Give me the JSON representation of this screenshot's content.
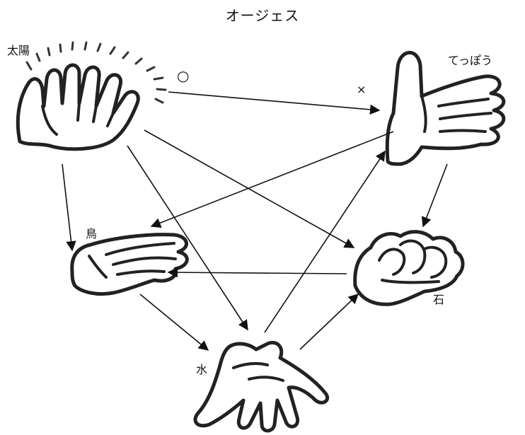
{
  "title": "オージェス",
  "nodes": {
    "sun": "太陽",
    "gun": "てっぽう",
    "bird": "鳥",
    "stone": "石",
    "water": "水"
  },
  "marks": {
    "win": "○",
    "lose": "×"
  },
  "edges": [
    {
      "from": "太陽",
      "to": "てっぽう"
    },
    {
      "from": "太陽",
      "to": "鳥"
    },
    {
      "from": "太陽",
      "to": "水"
    },
    {
      "from": "太陽",
      "to": "石"
    },
    {
      "from": "てっぽう",
      "to": "鳥"
    },
    {
      "from": "てっぽう",
      "to": "石"
    },
    {
      "from": "石",
      "to": "鳥"
    },
    {
      "from": "鳥",
      "to": "水"
    },
    {
      "from": "水",
      "to": "てっぽう"
    },
    {
      "from": "水",
      "to": "石"
    }
  ]
}
